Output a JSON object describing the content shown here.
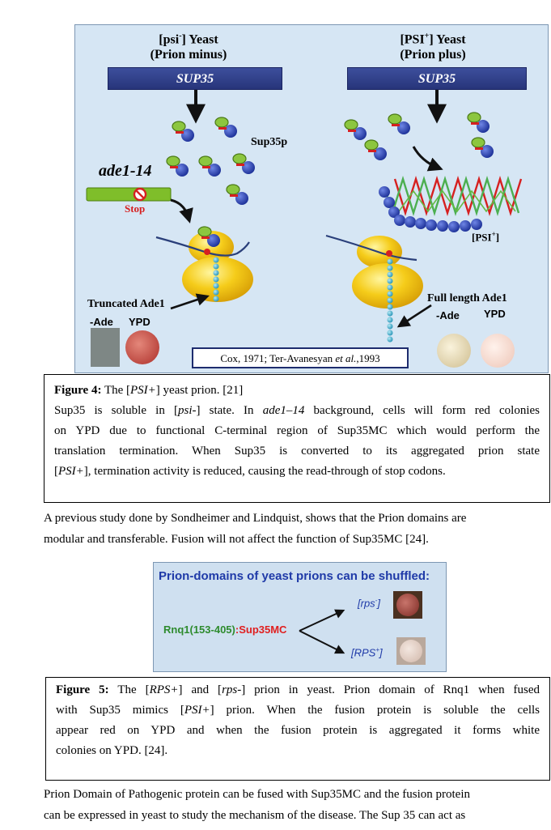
{
  "figure4": {
    "left_title_line1": "[psi",
    "left_title_sup": "-",
    "left_title_line1_tail": "]  Yeast",
    "left_title_line2": "(Prion minus)",
    "right_title_line1": "[PSI",
    "right_title_sup": "+",
    "right_title_line1_tail": "]  Yeast",
    "right_title_line2": "(Prion plus)",
    "gene_label": "SUP35",
    "protein_label": "Sup35p",
    "allele_label": "ade1-14",
    "stop_label": "Stop",
    "aggregate_label": "[PSI",
    "aggregate_sup": "+",
    "aggregate_tail": "]",
    "truncated_label": "Truncated Ade1",
    "full_length_label": "Full length Ade1",
    "plate_ade": "-Ade",
    "plate_ypd": "YPD",
    "citation_main": "Cox, 1971; Ter-Avanesyan ",
    "citation_italic": "et al.",
    "citation_year": ",1993",
    "colors": {
      "background": "#d6e6f4",
      "gene_bar": "#2e3d86",
      "ribosome": "#f2c417",
      "mrna": "#2a3f7a",
      "bead": "#3aa7c9",
      "red_colony": "#c9524a",
      "white_colony": "#f0d9cc"
    }
  },
  "caption4": {
    "label": "Figure 4:",
    "t1": " The [",
    "t1i": "PSI+",
    "t1e": "] yeast prion. [21]",
    "l2a": "Sup35 is soluble in [",
    "l2i": "psi-",
    "l2b": "] state. In ",
    "l2i2": "ade1–14",
    "l2c": " background, cells will form red colonies",
    "l3": "on YPD due to functional C-terminal region of Sup35MC which would perform the",
    "l4": "translation termination. When Sup35 is converted to its aggregated prion state",
    "l5a": "[",
    "l5i": "PSI+",
    "l5b": "], termination activity is reduced, causing the read-through of stop codons."
  },
  "paragraph1": {
    "line1": "A previous study done by Sondheimer and Lindquist, shows that the Prion domains are",
    "line2": "modular and transferable. Fusion will not affect the function of Sup35MC [24]."
  },
  "figure5": {
    "title": "Prion-domains of yeast prions can be shuffled:",
    "construct_green": "Rnq1(153-405)",
    "construct_sep": ":",
    "construct_red": "Sup35MC",
    "state_upper": "[rps",
    "state_upper_sup": "-",
    "state_upper_tail": "]",
    "state_lower": "[RPS",
    "state_lower_sup": "+",
    "state_lower_tail": "]",
    "colors": {
      "title": "#1f3aa8",
      "green": "#2e8b2e",
      "red": "#e02020"
    }
  },
  "caption5": {
    "label": "Figure 5:",
    "l1a": " The [",
    "l1i": "RPS+",
    "l1b": "] and [",
    "l1i2": "rps-",
    "l1c": "] prion in yeast. Prion domain of Rnq1 when fused",
    "l2a": "with Sup35 mimics [",
    "l2i": "PSI+",
    "l2b": "] prion. When the fusion protein is soluble the cells",
    "l3": "appear red on YPD and when the fusion protein is aggregated it forms white",
    "l4": "colonies on YPD. [24]."
  },
  "paragraph2": {
    "line1": "Prion Domain of Pathogenic protein can be fused with Sup35MC and the fusion protein",
    "line2": "can be expressed in yeast to study the mechanism of the disease. The Sup 35 can act as"
  }
}
